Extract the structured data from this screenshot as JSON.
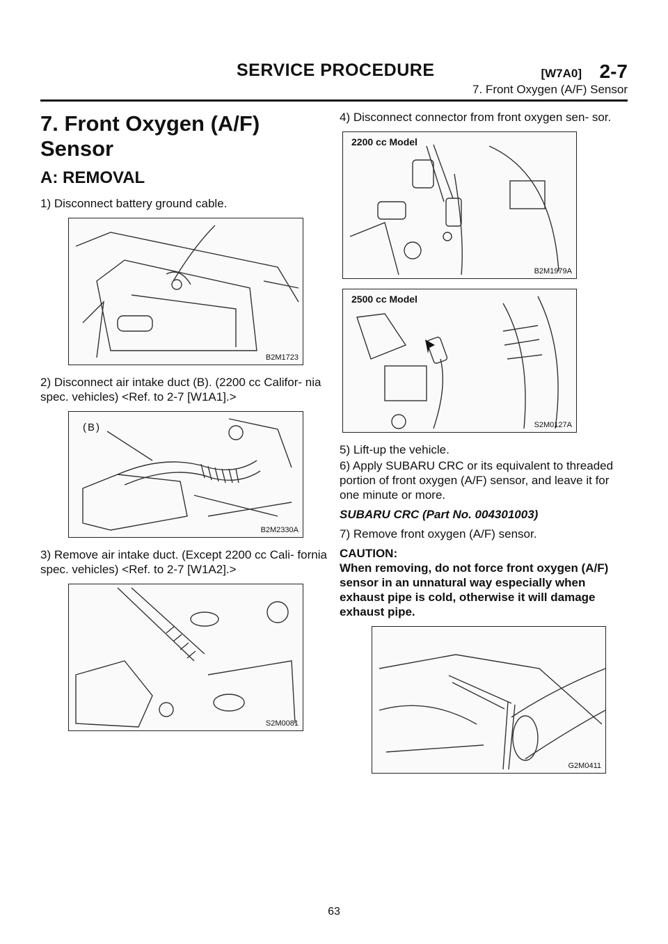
{
  "header": {
    "section": "SERVICE PROCEDURE",
    "code": "[W7A0]",
    "chapter": "2-7",
    "subtitle": "7. Front Oxygen (A/F) Sensor"
  },
  "title": "7. Front Oxygen (A/F) Sensor",
  "subtitle": "A: REMOVAL",
  "left": {
    "step1": "1) Disconnect battery ground cable.",
    "fig1": "B2M1723",
    "step2": "2) Disconnect air intake duct (B). (2200 cc Califor- nia spec. vehicles) <Ref. to 2-7 [W1A1].>",
    "fig2_label": "(B)",
    "fig2": "B2M2330A",
    "step3": "3) Remove air intake duct. (Except 2200 cc Cali- fornia spec. vehicles) <Ref. to 2-7 [W1A2].>",
    "fig3": "S2M0081"
  },
  "right": {
    "step4": "4) Disconnect connector from front oxygen sen- sor.",
    "fig4_model": "2200 cc Model",
    "fig4": "B2M1979A",
    "fig5_model": "2500 cc Model",
    "fig5": "S2M0127A",
    "step5": "5) Lift-up the vehicle.",
    "step6": "6) Apply SUBARU CRC or its equivalent to threaded portion of front oxygen (A/F) sensor, and leave it for one minute or more.",
    "crc": "SUBARU CRC (Part No. 004301003)",
    "step7": "7) Remove front oxygen (A/F) sensor.",
    "caution_title": "CAUTION:",
    "caution_text": "When removing, do not force front oxygen (A/F) sensor in an unnatural way especially when exhaust pipe is cold, otherwise it will damage exhaust pipe.",
    "fig6": "G2M0411"
  },
  "page_number": "63"
}
